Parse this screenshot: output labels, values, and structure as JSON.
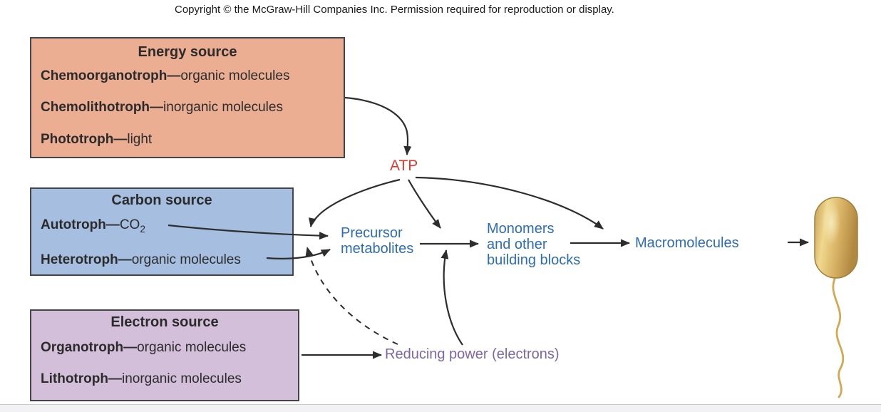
{
  "copyright": "Copyright © the McGraw-Hill Companies Inc. Permission required for reproduction or display.",
  "boxes": {
    "energy": {
      "title": "Energy source",
      "lines": [
        {
          "term": "Chemoorganotroph—",
          "desc": "organic molecules"
        },
        {
          "term": "Chemolithotroph—",
          "desc": "inorganic molecules"
        },
        {
          "term": "Phototroph—",
          "desc": "light"
        }
      ]
    },
    "carbon": {
      "title": "Carbon source",
      "lines": [
        {
          "term": "Autotroph—",
          "desc": "CO",
          "sub": "2"
        },
        {
          "term": "Heterotroph—",
          "desc": "organic molecules"
        }
      ]
    },
    "electron": {
      "title": "Electron source",
      "lines": [
        {
          "term": "Organotroph—",
          "desc": "organic molecules"
        },
        {
          "term": "Lithotroph—",
          "desc": "inorganic molecules"
        }
      ]
    }
  },
  "nodes": {
    "atp": {
      "label": "ATP"
    },
    "precursor": {
      "label": "Precursor\nmetabolites"
    },
    "monomers": {
      "label": "Monomers\nand other\nbuilding blocks"
    },
    "macromolecules": {
      "label": "Macromolecules"
    },
    "reducing_power": {
      "label": "Reducing power (electrons)"
    }
  },
  "edges": [
    {
      "from": "energy-source",
      "to": "atp",
      "style": "solid"
    },
    {
      "from": "atp",
      "to": "precursor-metabolites",
      "style": "solid"
    },
    {
      "from": "atp",
      "to": "precursor-to-monomers-arrow",
      "style": "solid"
    },
    {
      "from": "atp",
      "to": "monomers-to-macromolecules-arrow",
      "style": "solid"
    },
    {
      "from": "autotroph-co2",
      "to": "precursor-metabolites",
      "style": "solid"
    },
    {
      "from": "heterotroph-organic-molecules",
      "to": "precursor-metabolites",
      "style": "solid"
    },
    {
      "from": "precursor-metabolites",
      "to": "monomers-and-building-blocks",
      "style": "solid"
    },
    {
      "from": "monomers-and-building-blocks",
      "to": "macromolecules",
      "style": "solid"
    },
    {
      "from": "macromolecules",
      "to": "bacterial-cell",
      "style": "solid"
    },
    {
      "from": "electron-source",
      "to": "reducing-power",
      "style": "solid"
    },
    {
      "from": "reducing-power",
      "to": "precursor-to-monomers-arrow",
      "style": "solid"
    },
    {
      "from": "reducing-power",
      "to": "precursor-metabolites",
      "style": "dashed"
    }
  ],
  "palette": {
    "energy_fill": "#EBAE93",
    "carbon_fill": "#A6BFE0",
    "electron_fill": "#D3BFD9",
    "box_border": "#454549",
    "box_text": "#2B2B2B",
    "arrow": "#2D2D2E",
    "atp_red": "#DC3A31",
    "node_blue": "#2E6DB4",
    "reducing_purple": "#7E66A6",
    "cell_gold": "#D9B366",
    "cell_gold_dark": "#B18840",
    "cell_gold_light": "#F2DF9F",
    "footer_strip": "#F2F2F4"
  }
}
